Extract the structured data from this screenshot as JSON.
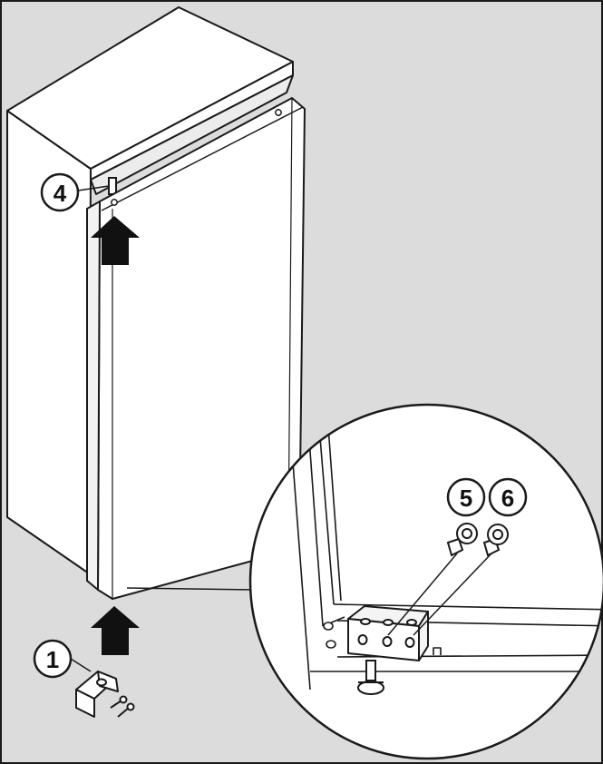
{
  "figure": {
    "colors": {
      "background": "#dcdcdc",
      "line": "#1a1a1a",
      "surface": "#ffffff",
      "arrow": "#111111"
    },
    "callouts": {
      "c1": "1",
      "c4": "4",
      "c5": "5",
      "c6": "6"
    },
    "icons": [
      "up-arrow-icon",
      "screw-icon",
      "hinge-bracket-icon",
      "adjustable-foot-icon"
    ]
  }
}
